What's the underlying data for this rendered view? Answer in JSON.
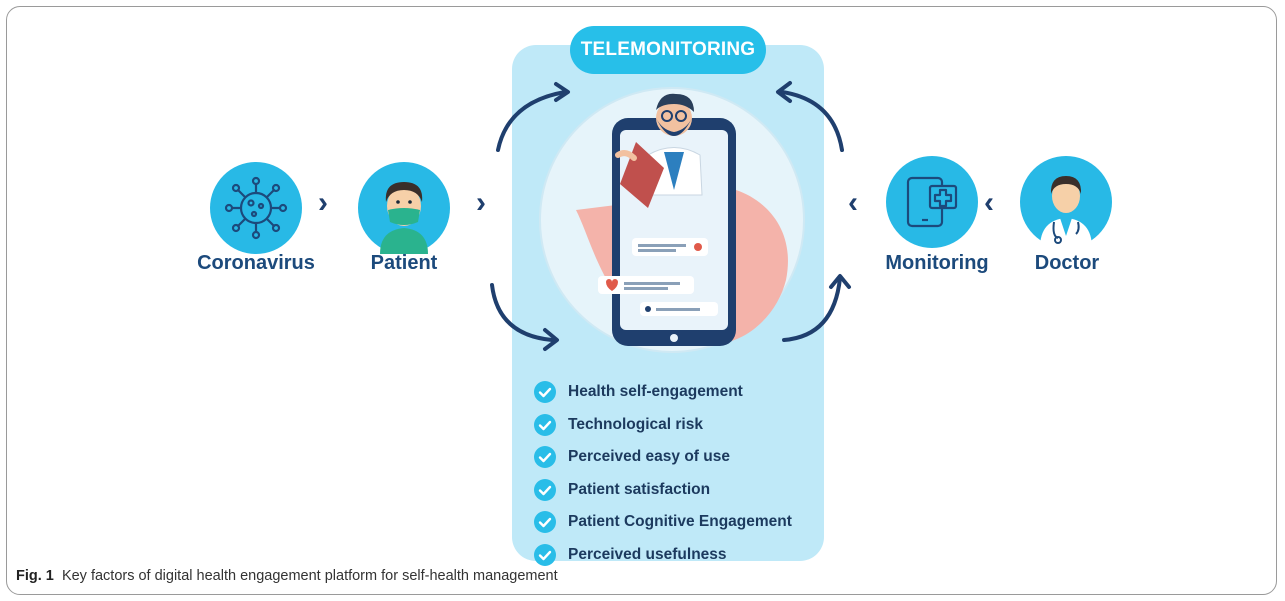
{
  "title": "TELEMONITORING",
  "left_flow": [
    {
      "label": "Coronavirus",
      "icon": "coronavirus-icon"
    },
    {
      "label": "Patient",
      "icon": "masked-patient-icon"
    }
  ],
  "right_flow": [
    {
      "label": "Monitoring",
      "icon": "tablet-medical-icon"
    },
    {
      "label": "Doctor",
      "icon": "doctor-icon"
    }
  ],
  "factors": [
    "Health self-engagement",
    "Technological risk",
    "Perceived easy of use",
    "Patient satisfaction",
    "Patient Cognitive Engagement",
    "Perceived usefulness"
  ],
  "caption": {
    "label": "Fig. 1",
    "text": "Key factors of digital health engagement platform for self-health management"
  },
  "colors": {
    "accent": "#28b9e6",
    "panel": "#bfe9f8",
    "navy": "#1c4a7c",
    "arrow": "#1f3f6e"
  }
}
